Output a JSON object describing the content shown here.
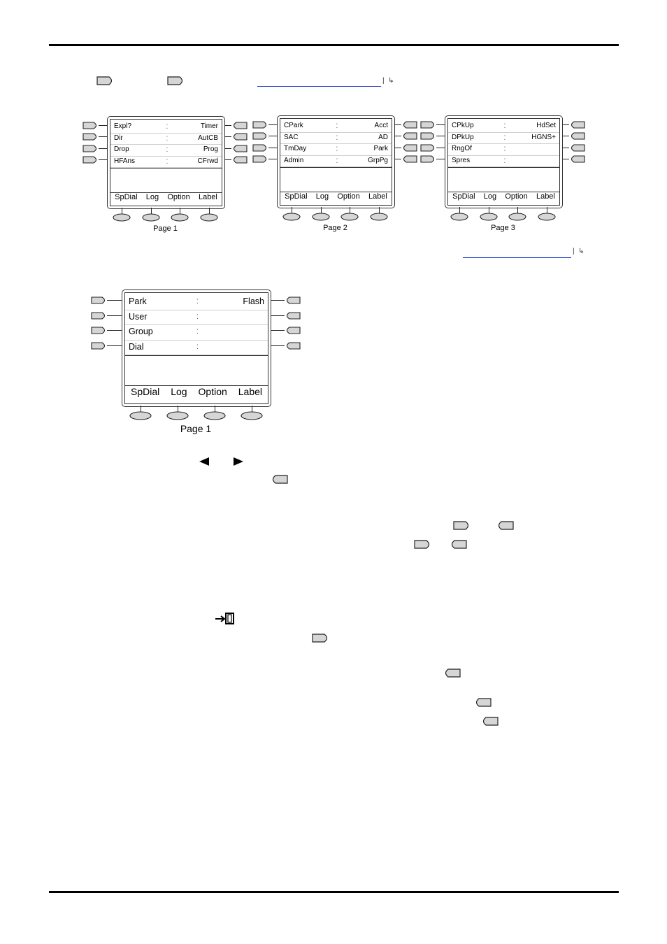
{
  "diagram_small": {
    "pages": [
      {
        "caption": "Page 1",
        "rows": [
          [
            "Expl?",
            "Timer"
          ],
          [
            "Dir",
            "AutCB"
          ],
          [
            "Drop",
            "Prog"
          ],
          [
            "HFAns",
            "CFrwd"
          ]
        ],
        "softkeys": [
          "SpDial",
          "Log",
          "Option",
          "Label"
        ]
      },
      {
        "caption": "Page 2",
        "rows": [
          [
            "CPark",
            "Acct"
          ],
          [
            "SAC",
            "AD"
          ],
          [
            "TmDay",
            "Park"
          ],
          [
            "Admin",
            "GrpPg"
          ]
        ],
        "softkeys": [
          "SpDial",
          "Log",
          "Option",
          "Label"
        ]
      },
      {
        "caption": "Page 3",
        "rows": [
          [
            "CPkUp",
            "HdSet"
          ],
          [
            "DPkUp",
            "HGNS+"
          ],
          [
            "RngOf",
            ""
          ],
          [
            "Spres",
            ""
          ]
        ],
        "softkeys": [
          "SpDial",
          "Log",
          "Option",
          "Label"
        ]
      }
    ]
  },
  "diagram_large": {
    "caption": "Page 1",
    "rows": [
      [
        "Park",
        "Flash"
      ],
      [
        "User",
        ""
      ],
      [
        "Group",
        ""
      ],
      [
        "Dial",
        ""
      ]
    ],
    "softkeys": [
      "SpDial",
      "Log",
      "Option",
      "Label"
    ]
  },
  "icons": {
    "left_button": "left-button-icon",
    "right_button": "right-button-icon",
    "arrow_left": "left-arrow-icon",
    "arrow_right": "right-arrow-icon",
    "exit": "exit-icon"
  },
  "colors": {
    "link": "#1a33cc",
    "button_fill": "#d6d6d6"
  }
}
